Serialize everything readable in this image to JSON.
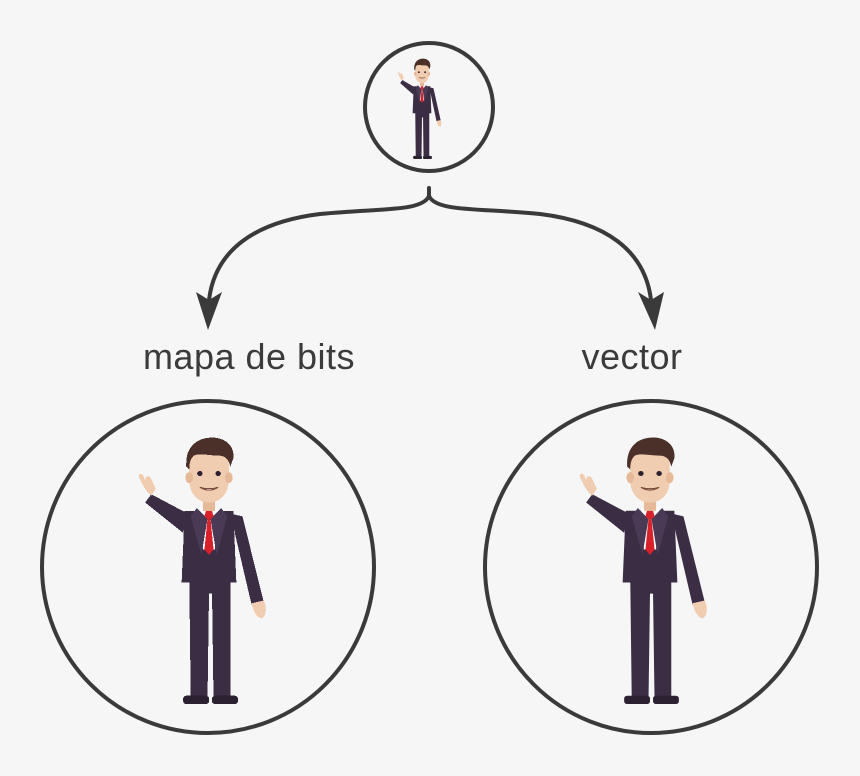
{
  "diagram": {
    "source": {
      "figure_icon": "businessman-small-icon"
    },
    "branches": [
      {
        "key": "bitmap",
        "label": "mapa de bits",
        "figure_icon": "businessman-pixelated-icon"
      },
      {
        "key": "vector",
        "label": "vector",
        "figure_icon": "businessman-vector-icon"
      }
    ],
    "colors": {
      "background": "#f6f6f6",
      "stroke": "#3a3a3a",
      "suit": "#3a2d44",
      "tie": "#d8212b",
      "skin": "#f0cdb0",
      "hair": "#4a3028"
    }
  }
}
